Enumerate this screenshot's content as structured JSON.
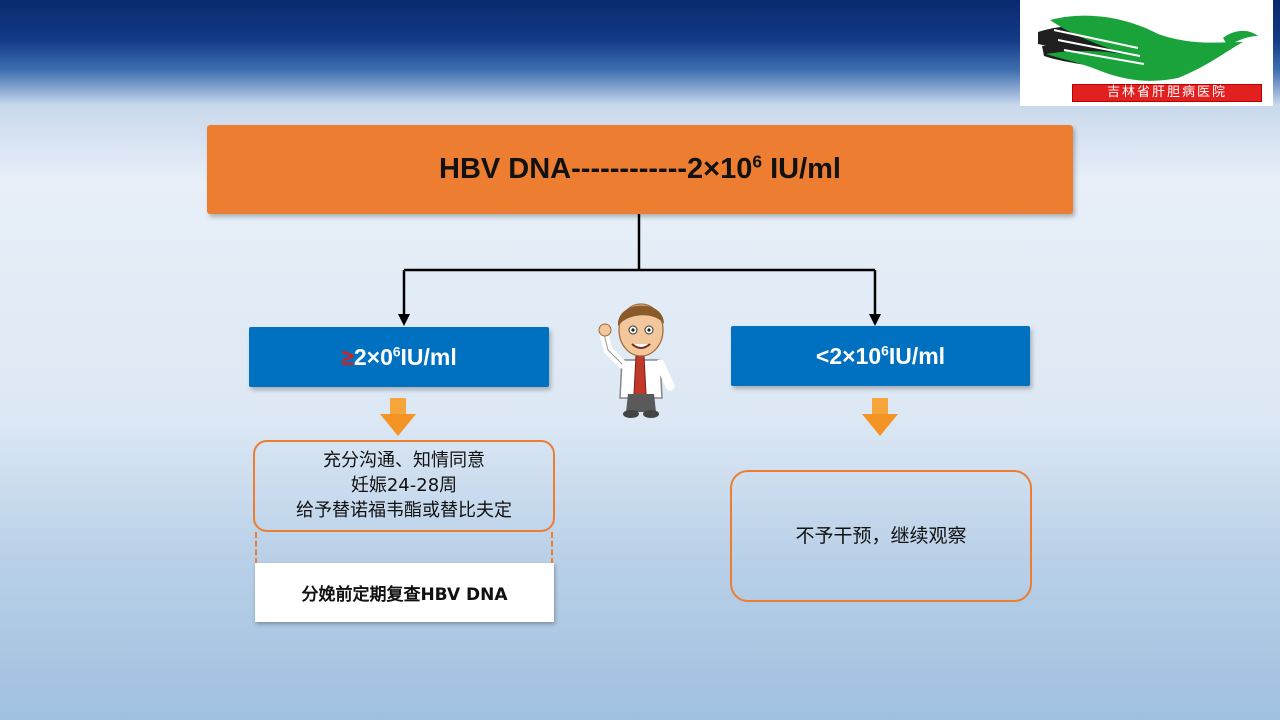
{
  "logo": {
    "caption": "吉林省肝胆病医院"
  },
  "top": {
    "text": "HBV DNA------------2×10",
    "sup": "6",
    "suffix": " IU/ml"
  },
  "left_branch": {
    "symbol": "≥",
    "label_a": "2×0",
    "sup": "6",
    "label_b": "IU/ml",
    "lines": [
      "充分沟通、知情同意",
      "妊娠24-28周",
      "给予替诺福韦酯或替比夫定"
    ],
    "followup": "分娩前定期复查HBV DNA"
  },
  "right_branch": {
    "label_a": "<2×10",
    "sup": "6",
    "label_b": "IU/ml",
    "result": "不予干预，继续观察"
  },
  "colors": {
    "orange": "#ed7d31",
    "blue": "#0070c0",
    "arrow_orange": "#f6a53a"
  }
}
